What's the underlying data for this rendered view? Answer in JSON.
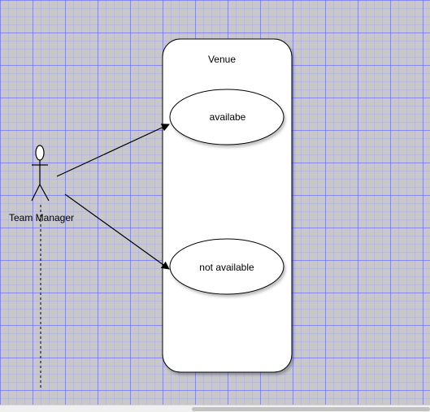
{
  "diagram": {
    "system_boundary": {
      "label": "Venue"
    },
    "actor": {
      "label": "Team Manager"
    },
    "use_cases": [
      {
        "label": "availabe"
      },
      {
        "label": "not available"
      }
    ],
    "associations": [
      {
        "from": "Team Manager",
        "to": "availabe"
      },
      {
        "from": "Team Manager",
        "to": "not available"
      }
    ]
  },
  "colors": {
    "canvas_background": "#c8c8c8",
    "grid_line": "#5f5fff",
    "shape_fill": "#ffffff",
    "stroke": "#000000"
  }
}
